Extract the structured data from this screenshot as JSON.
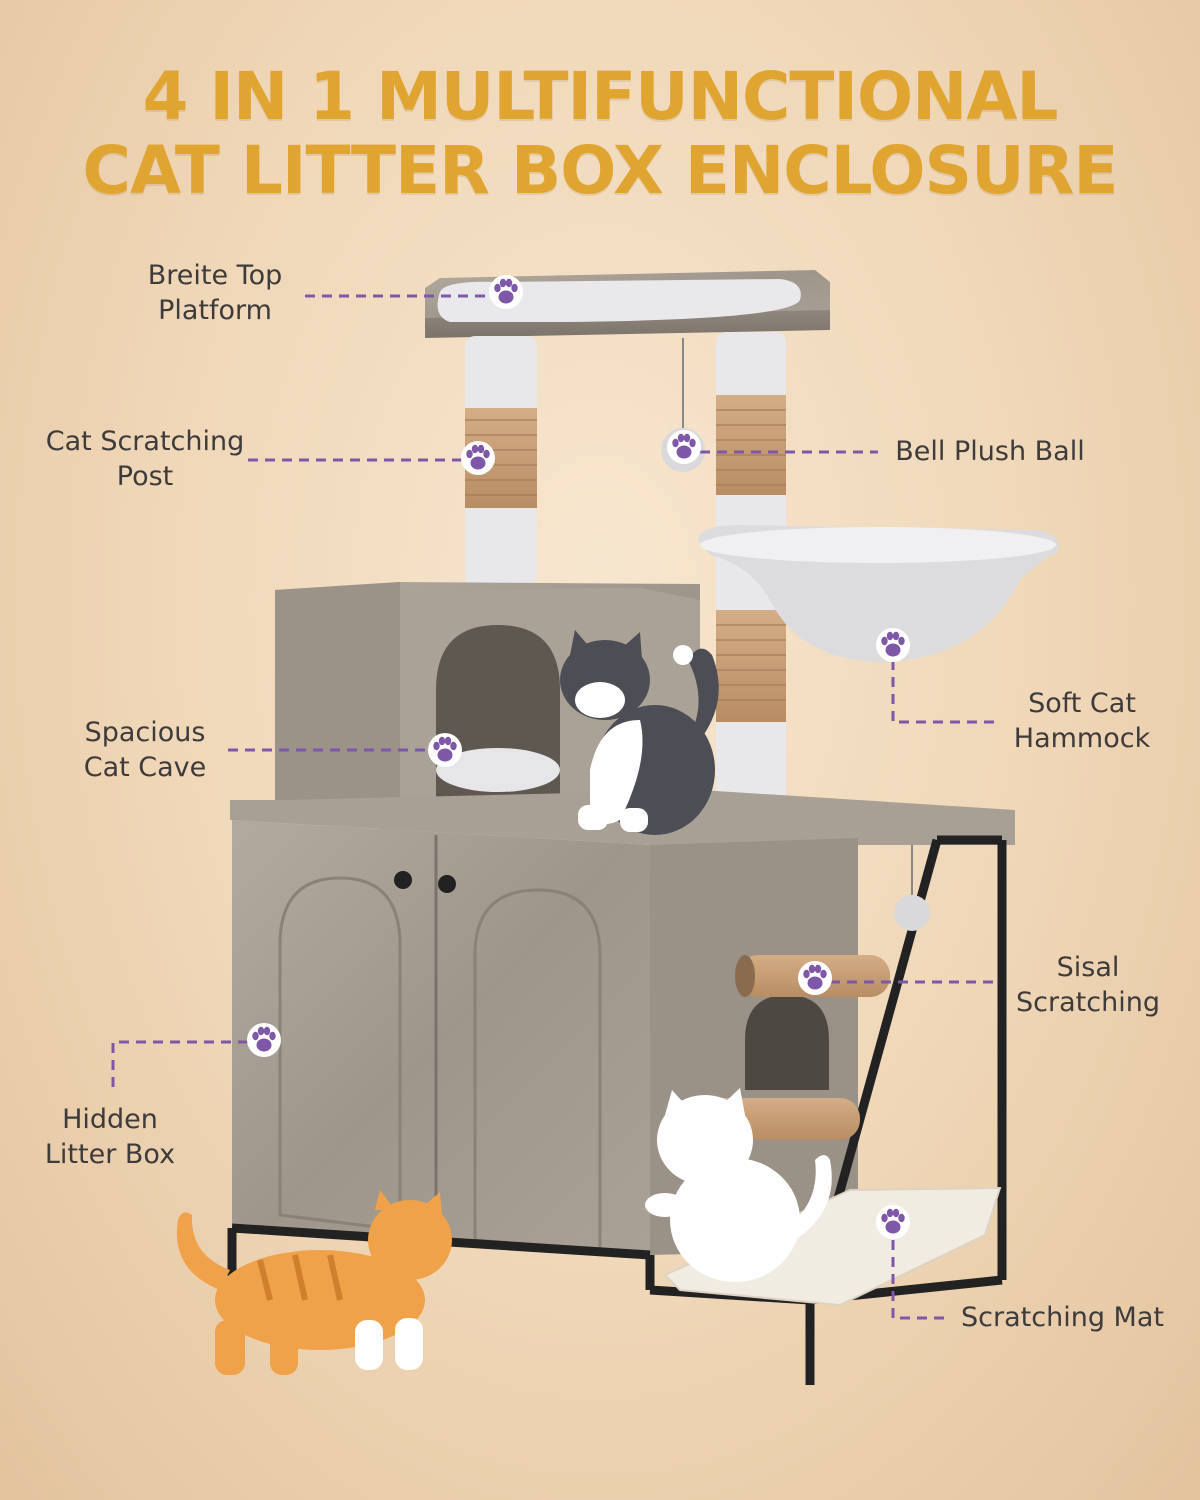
{
  "header": {
    "title_line1": "4 IN 1 MULTIFUNCTIONAL",
    "title_line2": "CAT LITTER BOX  ENCLOSURE"
  },
  "colors": {
    "title": "#e0a531",
    "label_text": "#3d3b3c",
    "leader_line": "#7e57a8",
    "paw": "#7e57a8",
    "wood": "#a9a096",
    "plush": "#e7e7e9",
    "sisal": "#c9a07a",
    "frame": "#1f1f1f"
  },
  "callouts": {
    "top_platform": {
      "line1": "Breite Top",
      "line2": "Platform"
    },
    "scratching_post": {
      "line1": "Cat Scratching",
      "line2": "Post"
    },
    "bell_ball": {
      "line1": "Bell Plush Ball"
    },
    "hammock": {
      "line1": "Soft Cat",
      "line2": "Hammock"
    },
    "cave": {
      "line1": "Spacious",
      "line2": "Cat Cave"
    },
    "sisal": {
      "line1": "Sisal",
      "line2": "Scratching"
    },
    "litter_box": {
      "line1": "Hidden",
      "line2": "Litter Box"
    },
    "mat": {
      "line1": "Scratching Mat"
    }
  },
  "icons": [
    "paw-icon"
  ]
}
